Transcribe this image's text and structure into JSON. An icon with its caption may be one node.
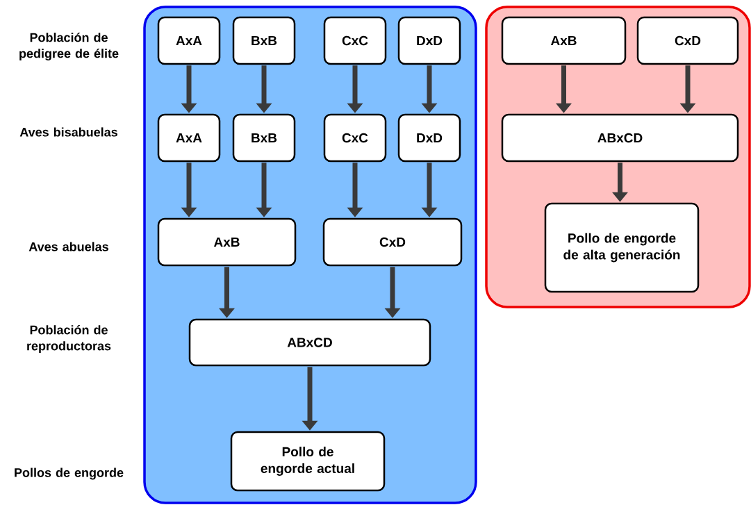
{
  "diagram": {
    "nodes": [
      {
        "text": [],
        "shape": "box"
      },
      {
        "text": [
          "AxA"
        ],
        "in": 0
      },
      {
        "text": [
          "BxB"
        ],
        "in": 0
      },
      {
        "text": [
          "CxC"
        ],
        "in": 0
      },
      {
        "text": [
          "DxD"
        ],
        "in": 0
      },
      {
        "text": [
          "AxA"
        ],
        "in": 0
      },
      {
        "text": [
          "BxB"
        ],
        "in": 0
      },
      {
        "text": [
          "CxC"
        ],
        "in": 0
      },
      {
        "text": [
          "DxD"
        ],
        "in": 0
      },
      {
        "text": [
          "AxB"
        ],
        "in": 0
      },
      {
        "text": [
          "CxD"
        ],
        "in": 0
      },
      {
        "text": [
          "ABxCD"
        ],
        "in": 0
      },
      {
        "text": [
          "Pollo de engorde actual"
        ],
        "in": 0
      },
      {
        "text": [],
        "shape": "box"
      },
      {
        "text": [
          "AxB"
        ],
        "in": 13
      },
      {
        "text": [
          "CxD"
        ],
        "in": 13
      },
      {
        "text": [
          "ABxCD"
        ],
        "in": 13
      },
      {
        "text": [
          "Pollo de engorde de alta generación"
        ],
        "in": 13
      }
    ],
    "edges": [
      {
        "from": 1,
        "to": 5,
        "arrow": "to"
      },
      {
        "from": 2,
        "to": 6,
        "arrow": "to"
      },
      {
        "from": 3,
        "to": 7,
        "arrow": "to"
      },
      {
        "from": 4,
        "to": 8,
        "arrow": "to"
      },
      {
        "from": 5,
        "to": 9,
        "arrow": "to"
      },
      {
        "from": 6,
        "to": 9,
        "arrow": "to"
      },
      {
        "from": 7,
        "to": 10,
        "arrow": "to"
      },
      {
        "from": 8,
        "to": 10,
        "arrow": "to"
      },
      {
        "from": 9,
        "to": 11,
        "arrow": "to"
      },
      {
        "from": 10,
        "to": 11,
        "arrow": "to"
      },
      {
        "from": 11,
        "to": 12,
        "arrow": "to"
      },
      {
        "from": 14,
        "to": 16,
        "arrow": "to"
      },
      {
        "from": 15,
        "to": 16,
        "arrow": "to"
      },
      {
        "from": 16,
        "to": 17,
        "arrow": "to"
      }
    ],
    "labels": [
      "Población de pedigree de élite",
      "Aves bisabuelas",
      "Aves abuelas",
      "Población de reproductoras",
      "Pollos de engorde"
    ]
  }
}
